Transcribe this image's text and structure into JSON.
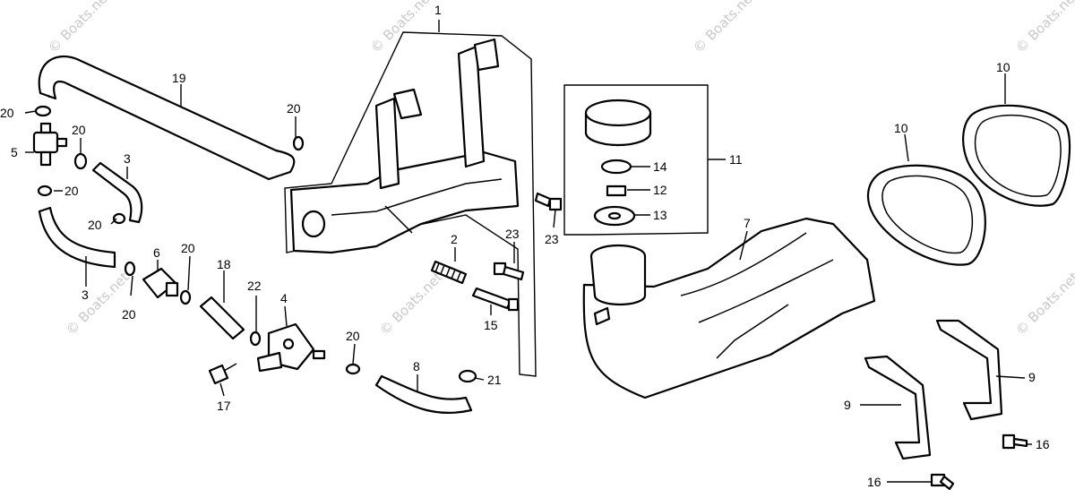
{
  "callouts": {
    "c1": "1",
    "c2": "2",
    "c3a": "3",
    "c3b": "3",
    "c4": "4",
    "c5": "5",
    "c6": "6",
    "c7": "7",
    "c8": "8",
    "c9a": "9",
    "c9b": "9",
    "c10a": "10",
    "c10b": "10",
    "c11": "11",
    "c12": "12",
    "c13": "13",
    "c14": "14",
    "c15": "15",
    "c16a": "16",
    "c16b": "16",
    "c17": "17",
    "c18": "18",
    "c19": "19",
    "c20a": "20",
    "c20b": "20",
    "c20c": "20",
    "c20d": "20",
    "c20e": "20",
    "c20f": "20",
    "c20g": "20",
    "c20h": "20",
    "c21": "21",
    "c22": "22",
    "c23a": "23",
    "c23b": "23"
  },
  "watermark": "© Boats.net"
}
